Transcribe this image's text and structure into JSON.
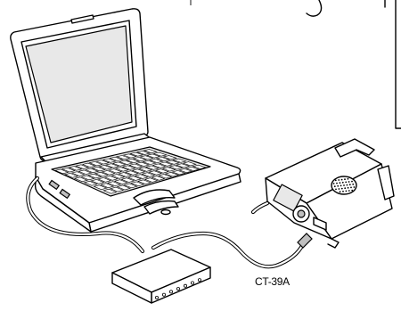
{
  "diagram": {
    "cable_label": "CT-39A",
    "components": {
      "laptop": "laptop-computer",
      "interface_box": "level-converter-box",
      "radio": "transceiver"
    }
  }
}
